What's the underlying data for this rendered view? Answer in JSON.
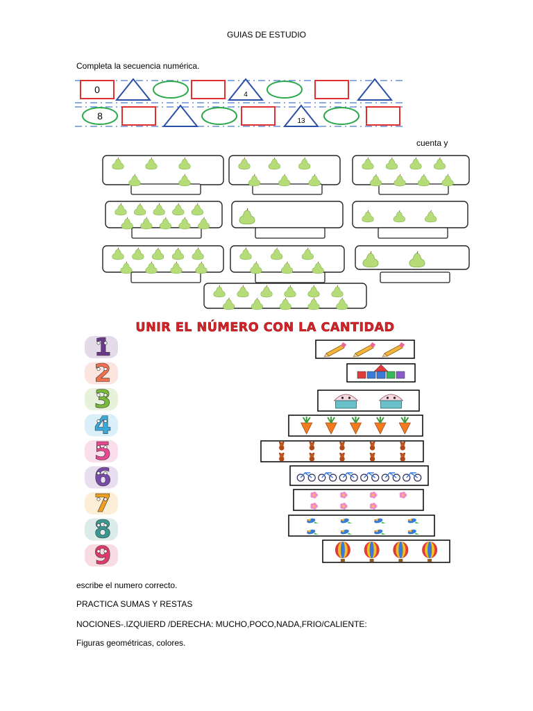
{
  "document": {
    "title": "GUIAS DE ESTUDIO",
    "sequence_instruction": "Completa la secuencia numérica.",
    "sequence_row1": [
      {
        "shape": "square",
        "value": "0"
      },
      {
        "shape": "triangle",
        "value": ""
      },
      {
        "shape": "circle",
        "value": ""
      },
      {
        "shape": "square",
        "value": ""
      },
      {
        "shape": "triangle",
        "value": "4"
      },
      {
        "shape": "circle",
        "value": ""
      },
      {
        "shape": "square",
        "value": ""
      },
      {
        "shape": "triangle",
        "value": ""
      }
    ],
    "sequence_row2": [
      {
        "shape": "circle",
        "value": "8"
      },
      {
        "shape": "square",
        "value": ""
      },
      {
        "shape": "triangle",
        "value": ""
      },
      {
        "shape": "circle",
        "value": ""
      },
      {
        "shape": "square",
        "value": ""
      },
      {
        "shape": "triangle",
        "value": "13"
      },
      {
        "shape": "circle",
        "value": ""
      },
      {
        "shape": "square",
        "value": ""
      }
    ],
    "count_instruction": "cuenta y",
    "counting_boxes_pear_counts": [
      5,
      6,
      8,
      10,
      1,
      3,
      9,
      6,
      2,
      11
    ],
    "matching_title": "UNIR EL NÚMERO CON LA CANTIDAD",
    "matching_numbers": [
      "1",
      "2",
      "3",
      "4",
      "5",
      "6",
      "7",
      "8",
      "9"
    ],
    "matching_items": [
      {
        "name": "pencil",
        "count": 3
      },
      {
        "name": "toy-blocks",
        "count": 1
      },
      {
        "name": "cupcake",
        "count": 2
      },
      {
        "name": "carrot",
        "count": 5
      },
      {
        "name": "teddy-bear",
        "count": 10
      },
      {
        "name": "bicycle",
        "count": 6
      },
      {
        "name": "flower",
        "count": 7
      },
      {
        "name": "parrot",
        "count": 8
      },
      {
        "name": "hot-air-balloon",
        "count": 4
      }
    ],
    "closing_lines": [
      "escribe el numero correcto.",
      "PRACTICA SUMAS Y RESTAS",
      "NOCIONES-.IZQUIERD /DERECHA: MUCHO,POCO,NADA,FRIO/CALIENTE:",
      "Figuras geométricas, colores."
    ]
  },
  "colors": {
    "square_red": "#e03030",
    "triangle_blue": "#2a4fa8",
    "circle_green": "#2aa84a",
    "dash_blue": "#4a78d0",
    "pear_green": "#b6dc7a",
    "pear_dark": "#7fb04a",
    "title_red": "#d8232a"
  }
}
